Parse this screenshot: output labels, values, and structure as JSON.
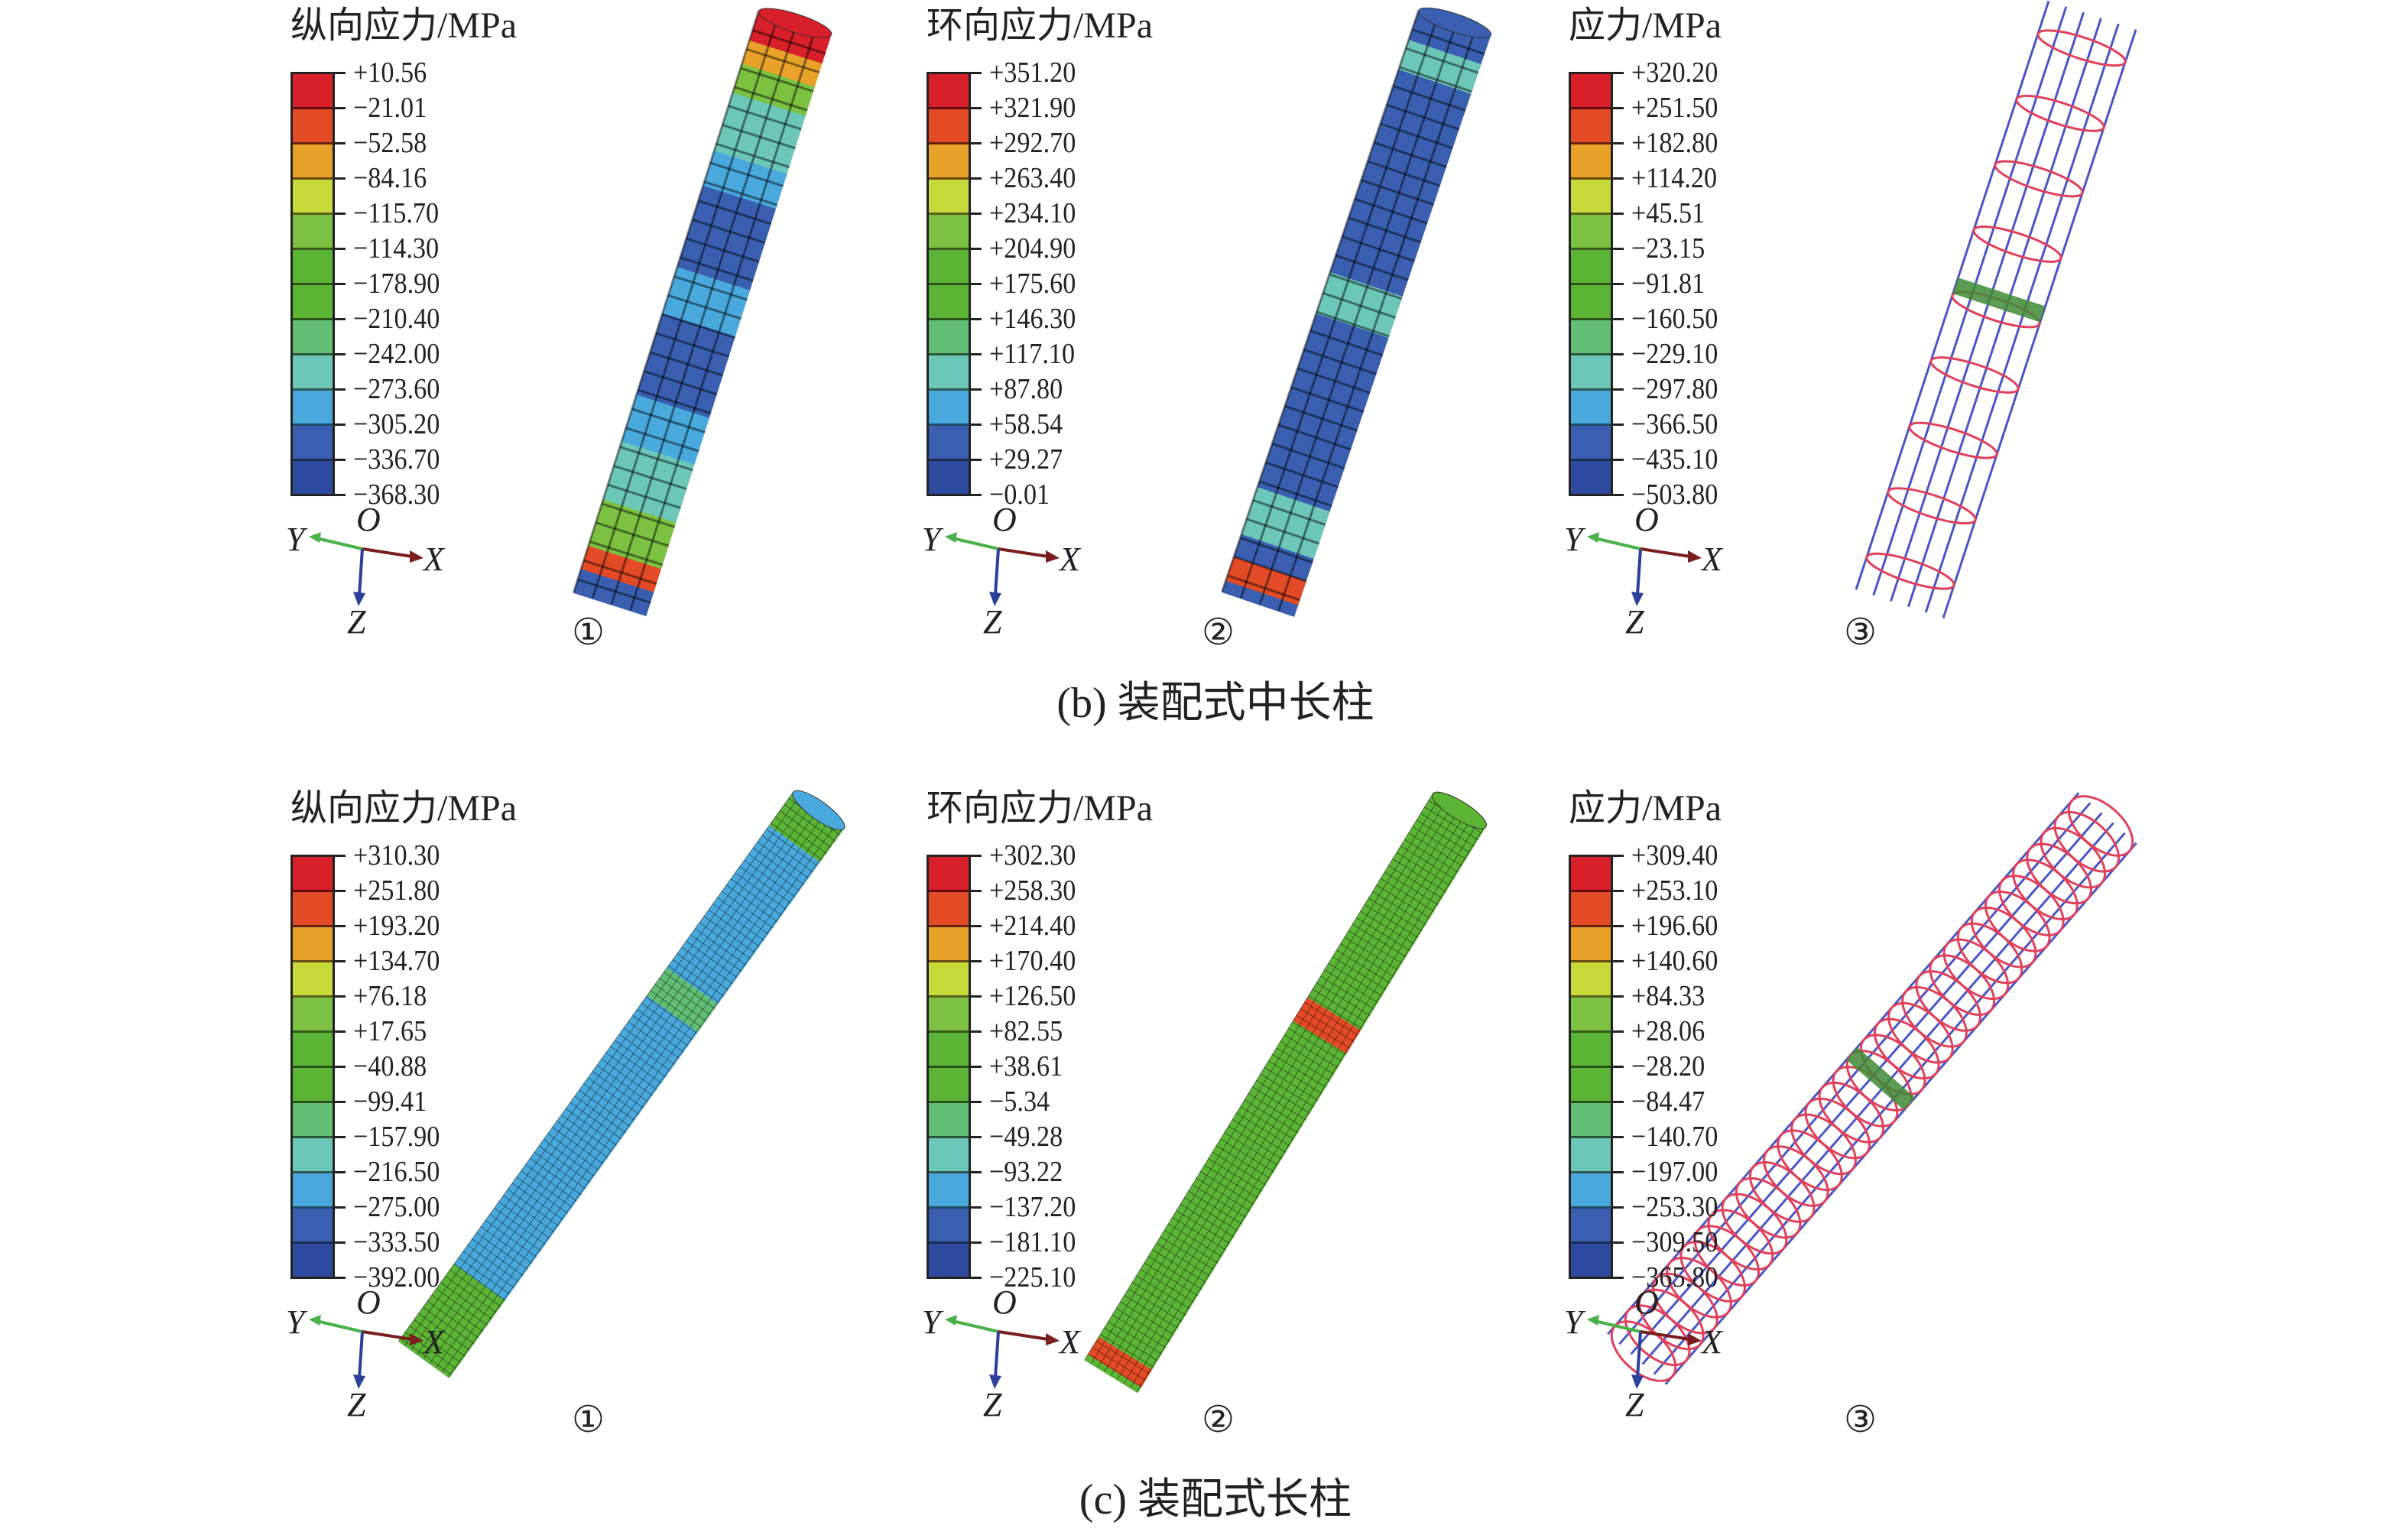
{
  "palette": [
    "#d7202a",
    "#e34b26",
    "#e8a22a",
    "#c8d93a",
    "#7dc142",
    "#5cb436",
    "#5cb436",
    "#63be75",
    "#6cc7b8",
    "#4aa9dc",
    "#3a5fb0",
    "#2e4a9e"
  ],
  "axes": {
    "y": "Y",
    "o": "O",
    "x": "X",
    "z": "Z"
  },
  "rows": [
    {
      "caption": "(b) 装配式中长柱",
      "panels": [
        {
          "title": "纵向应力/MPa",
          "marker": "①",
          "labels": [
            "+10.56",
            "−21.01",
            "−52.58",
            "−84.16",
            "−115.70",
            "−114.30",
            "−178.90",
            "−210.40",
            "−242.00",
            "−273.60",
            "−305.20",
            "−336.70",
            "−368.30"
          ]
        },
        {
          "title": "环向应力/MPa",
          "marker": "②",
          "labels": [
            "+351.20",
            "+321.90",
            "+292.70",
            "+263.40",
            "+234.10",
            "+204.90",
            "+175.60",
            "+146.30",
            "+117.10",
            "+87.80",
            "+58.54",
            "+29.27",
            "−0.01"
          ]
        },
        {
          "title": "应力/MPa",
          "marker": "③",
          "labels": [
            "+320.20",
            "+251.50",
            "+182.80",
            "+114.20",
            "+45.51",
            "−23.15",
            "−91.81",
            "−160.50",
            "−229.10",
            "−297.80",
            "−366.50",
            "−435.10",
            "−503.80"
          ]
        }
      ]
    },
    {
      "caption": "(c) 装配式长柱",
      "panels": [
        {
          "title": "纵向应力/MPa",
          "marker": "①",
          "labels": [
            "+310.30",
            "+251.80",
            "+193.20",
            "+134.70",
            "+76.18",
            "+17.65",
            "−40.88",
            "−99.41",
            "−157.90",
            "−216.50",
            "−275.00",
            "−333.50",
            "−392.00"
          ]
        },
        {
          "title": "环向应力/MPa",
          "marker": "②",
          "labels": [
            "+302.30",
            "+258.30",
            "+214.40",
            "+170.40",
            "+126.50",
            "+82.55",
            "+38.61",
            "−5.34",
            "−49.28",
            "−93.22",
            "−137.20",
            "−181.10",
            "−225.10"
          ]
        },
        {
          "title": "应力/MPa",
          "marker": "③",
          "labels": [
            "+309.40",
            "+253.10",
            "+196.60",
            "+140.60",
            "+84.33",
            "+28.06",
            "−28.20",
            "−84.47",
            "−140.70",
            "−197.00",
            "−253.30",
            "−309.50",
            "−365.80"
          ]
        }
      ]
    }
  ]
}
